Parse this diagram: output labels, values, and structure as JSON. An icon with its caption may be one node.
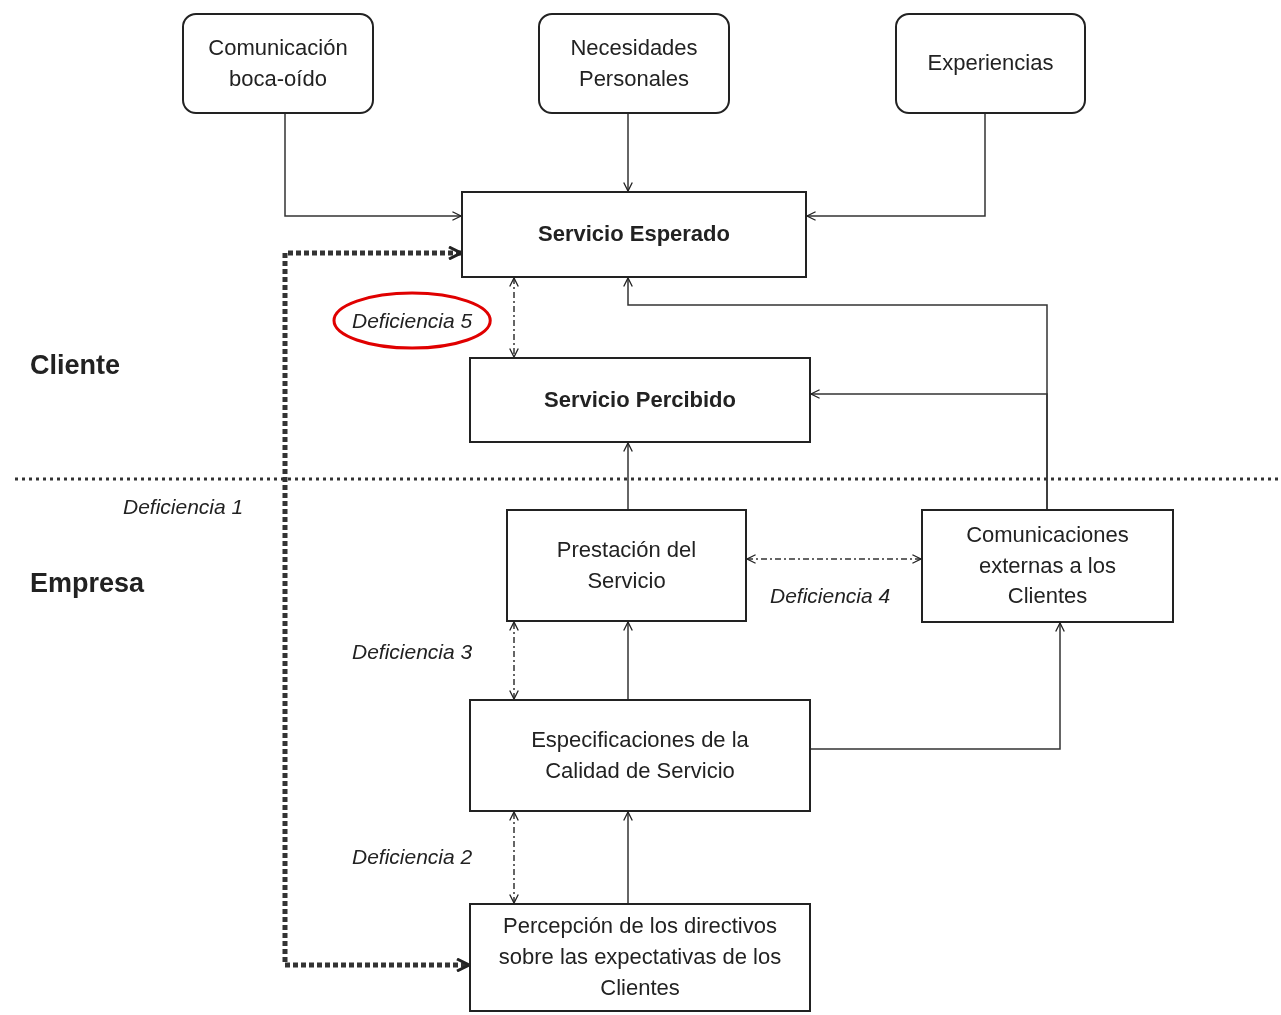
{
  "diagram": {
    "nodes": [
      {
        "text": [
          "Comunicación boca-oído"
        ]
      },
      {
        "text": [
          "Necesidades Personales"
        ]
      },
      {
        "text": [
          "Experiencias"
        ]
      },
      {
        "text": [
          "Servicio Esperado"
        ]
      },
      {
        "text": [
          "Servicio Percibido"
        ]
      },
      {
        "text": [
          "Prestación del Servicio"
        ]
      },
      {
        "text": [
          "Comunicaciones externas a los Clientes"
        ]
      },
      {
        "text": [
          "Especificaciones de la Calidad de Servicio"
        ]
      },
      {
        "text": [
          "Percepción de los directivos sobre las expectativas de los Clientes"
        ]
      }
    ],
    "edges": [
      {
        "from": 0,
        "to": 3,
        "arrow": "to"
      },
      {
        "from": 1,
        "to": 3,
        "arrow": "to"
      },
      {
        "from": 2,
        "to": 3,
        "arrow": "to"
      },
      {
        "from": 3,
        "to": 4,
        "arrow": "both",
        "style": "dashed",
        "label": "Deficiencia 5"
      },
      {
        "from": 6,
        "to": 3,
        "arrow": "to"
      },
      {
        "from": 6,
        "to": 4,
        "arrow": "to"
      },
      {
        "from": 5,
        "to": 4,
        "arrow": "to"
      },
      {
        "from": 5,
        "to": 6,
        "arrow": "both",
        "style": "dashed",
        "label": "Deficiencia 4"
      },
      {
        "from": 7,
        "to": 5,
        "arrow": "both",
        "style": "dashed",
        "label": "Deficiencia 3"
      },
      {
        "from": 7,
        "to": 5,
        "arrow": "to"
      },
      {
        "from": 7,
        "to": 6,
        "arrow": "to"
      },
      {
        "from": 8,
        "to": 7,
        "arrow": "to"
      },
      {
        "from": 8,
        "to": 7,
        "arrow": "both",
        "style": "dashed",
        "label": "Deficiencia 2"
      },
      {
        "from": 3,
        "to": 8,
        "arrow": "both",
        "style": "dashed",
        "label": "Deficiencia 1"
      }
    ],
    "labels": [
      "Cliente",
      "Empresa"
    ]
  }
}
